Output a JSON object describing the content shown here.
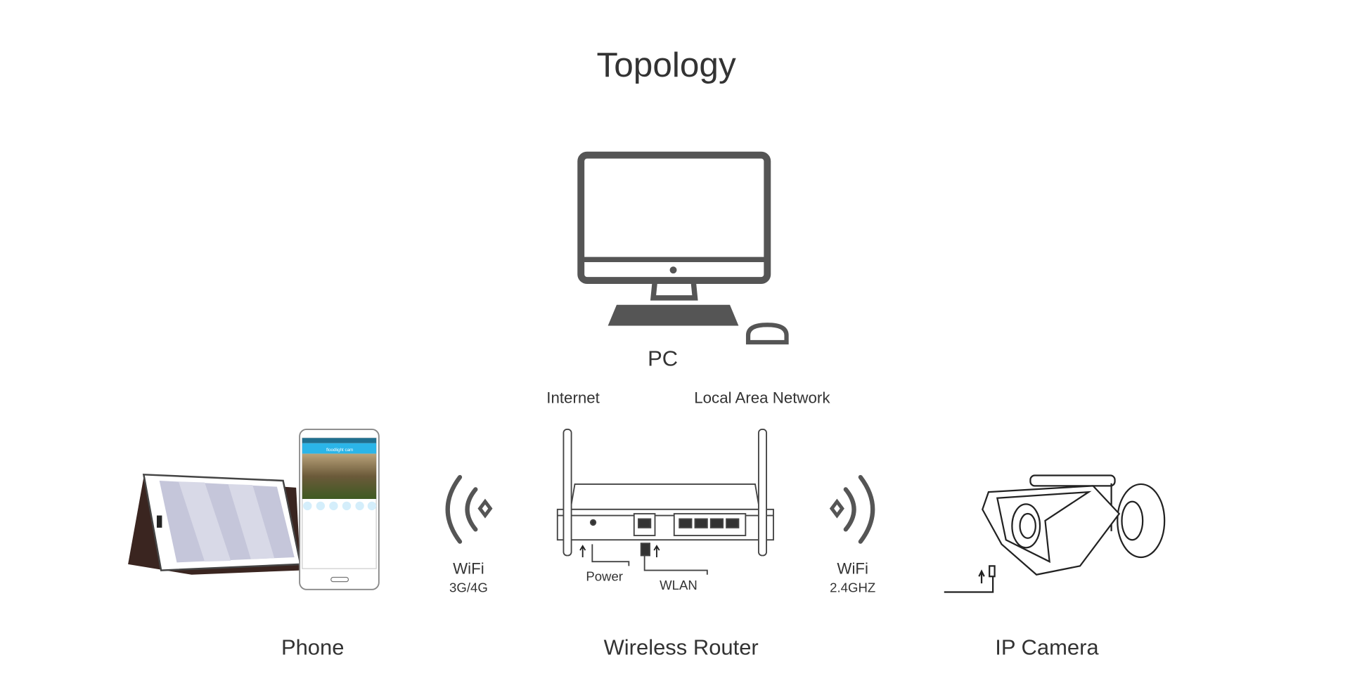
{
  "title": "Topology",
  "nodes": {
    "pc": "PC",
    "phone": "Phone",
    "router": "Wireless Router",
    "camera": "IP Camera"
  },
  "links": {
    "internet": "Internet",
    "lan": "Local Area Network",
    "wifi_left": "WiFi",
    "wifi_left_sub": "3G/4G",
    "wifi_right": "WiFi",
    "wifi_right_sub": "2.4GHZ",
    "power": "Power",
    "wlan": "WLAN"
  },
  "phone_app": {
    "header": "floodlight cam"
  },
  "colors": {
    "icon": "#555555",
    "app_header": "#2bb5e8",
    "tablet_case": "#3a2520"
  }
}
